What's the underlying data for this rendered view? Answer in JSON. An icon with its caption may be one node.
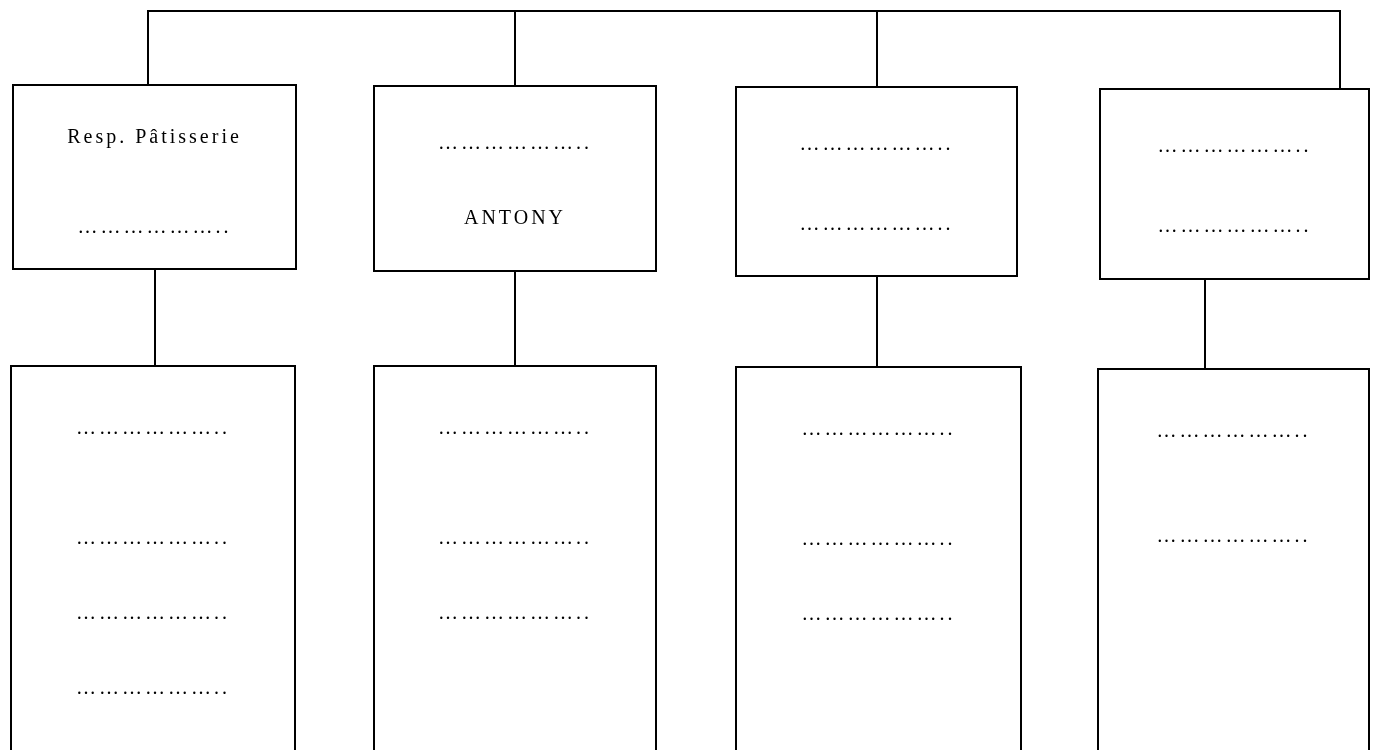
{
  "diagram": {
    "nodes": [
      {
        "text": [
          "Resp. Pâtisserie",
          "……………….."
        ]
      },
      {
        "text": [
          "……………….. ",
          "ANTONY"
        ]
      },
      {
        "text": [
          "………………..",
          "……………….."
        ]
      },
      {
        "text": [
          "………………..",
          "……………….."
        ]
      },
      {
        "text": [
          "………………..",
          "………………..",
          "………………..",
          "……………….."
        ]
      },
      {
        "text": [
          "………………..",
          "………………..",
          "……………….."
        ]
      },
      {
        "text": [
          "………………..",
          "………………..",
          "……………….."
        ]
      },
      {
        "text": [
          "………………..",
          "……………….."
        ]
      }
    ],
    "edges": [
      {
        "from": 0,
        "to": 1,
        "arrow": "none"
      },
      {
        "from": 1,
        "to": 2,
        "arrow": "none"
      },
      {
        "from": 2,
        "to": 3,
        "arrow": "none"
      },
      {
        "from": 0,
        "to": 4,
        "arrow": "none"
      },
      {
        "from": 1,
        "to": 5,
        "arrow": "none"
      },
      {
        "from": 2,
        "to": 6,
        "arrow": "none"
      },
      {
        "from": 3,
        "to": 7,
        "arrow": "none"
      }
    ]
  }
}
